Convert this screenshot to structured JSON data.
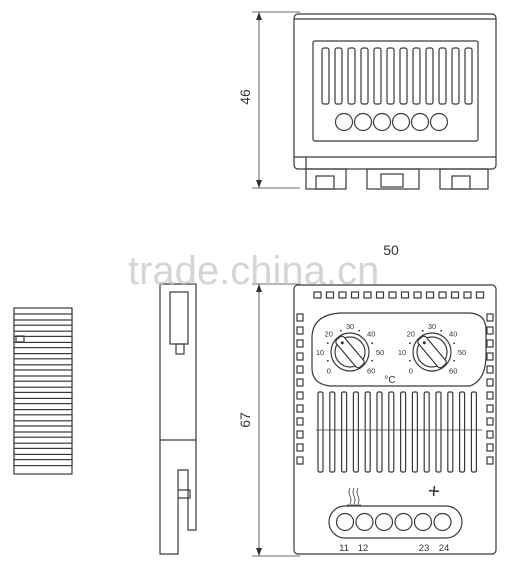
{
  "dimensions": {
    "height_top_view": "46",
    "width_front": "50",
    "height_front": "67"
  },
  "dial_scale": {
    "labels": [
      "0",
      "10",
      "20",
      "30",
      "40",
      "50",
      "60"
    ]
  },
  "unit_label": "°C",
  "terminals": {
    "labels": [
      "11",
      "12",
      "23",
      "24"
    ]
  },
  "icons": {
    "heater": "heater-icon",
    "fan": "fan-icon"
  },
  "watermark": "trade.china.cn"
}
